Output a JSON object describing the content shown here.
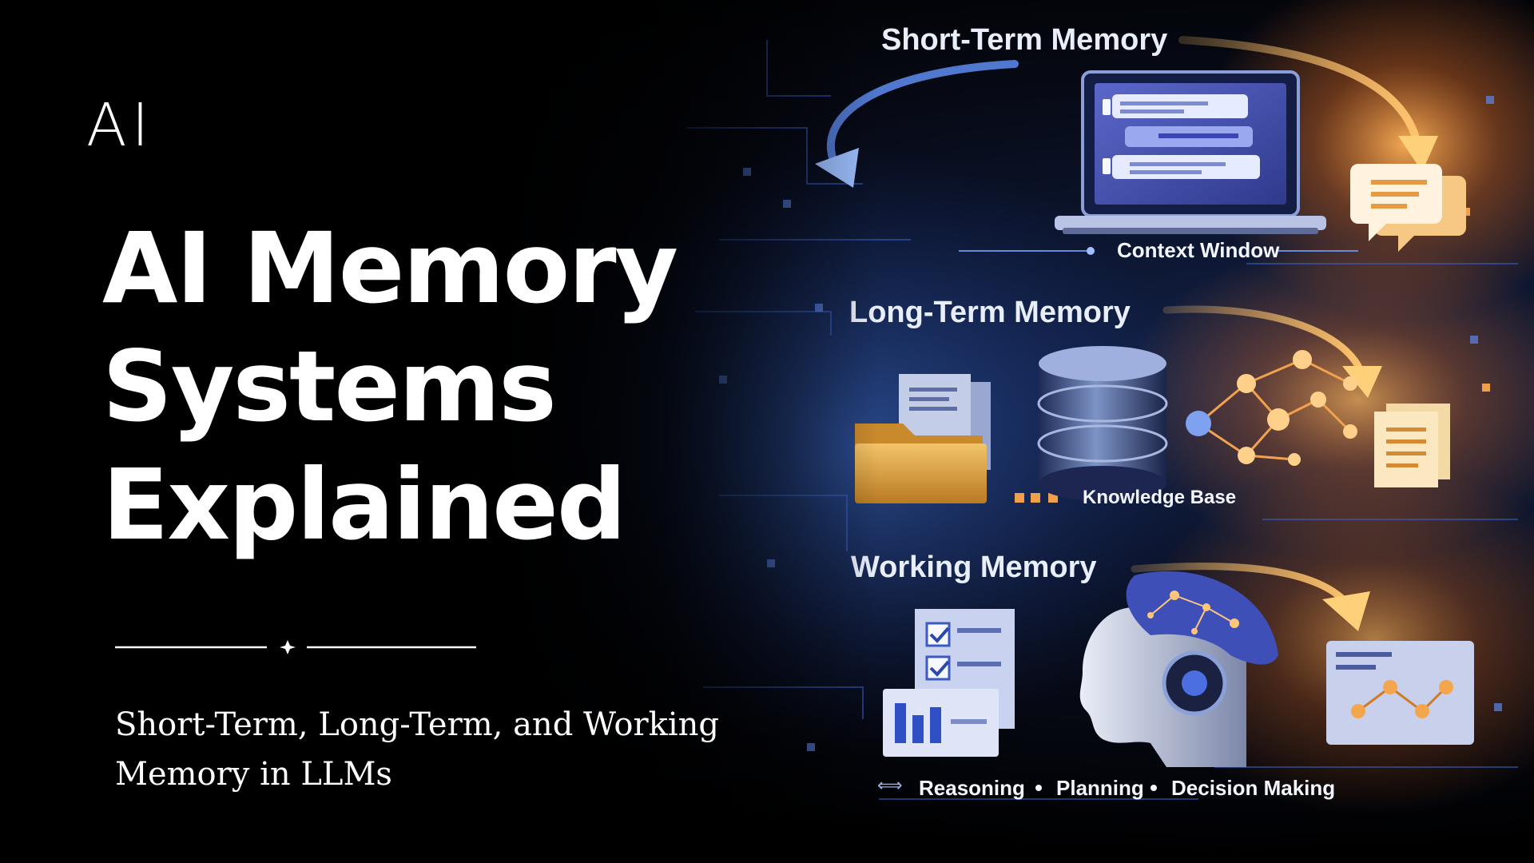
{
  "logo": {
    "text": "AI"
  },
  "headline": {
    "lines": [
      "AI Memory",
      "Systems",
      "Explained"
    ]
  },
  "subtitle": {
    "lines": [
      "Short-Term, Long-Term, and Working",
      "Memory in LLMs"
    ]
  },
  "panels": {
    "short_term": {
      "title": "Short-Term Memory",
      "caption": "Context Window"
    },
    "long_term": {
      "title": "Long-Term Memory",
      "caption": "Knowledge Base"
    },
    "working": {
      "title": "Working Memory",
      "tags": [
        "Reasoning",
        "Planning",
        "Decision Making"
      ]
    }
  },
  "colors": {
    "accent_orange": "#f29a3a",
    "accent_blue": "#3d7dff",
    "deep_navy": "#0b1638"
  }
}
